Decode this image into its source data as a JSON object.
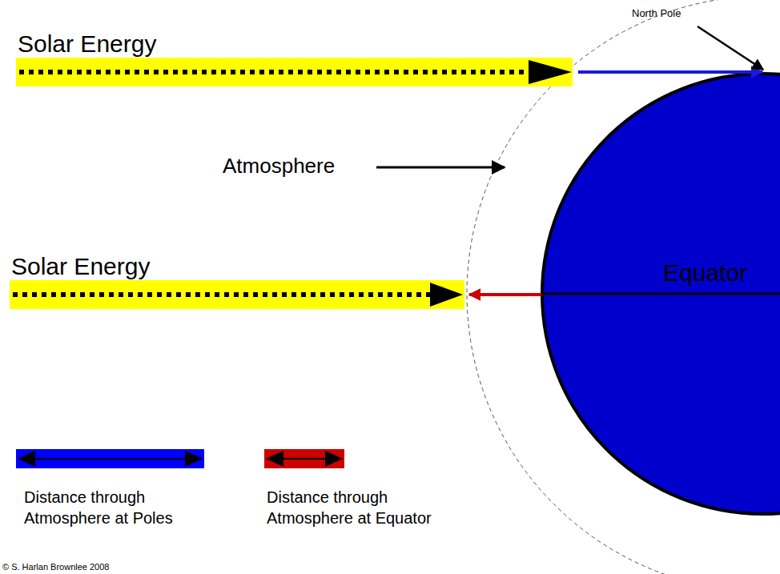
{
  "diagram": {
    "labels": [
      "Solar Energy",
      "Solar Energy",
      "North Pole",
      "Atmosphere",
      "Equator",
      "© S. Harlan Brownlee 2008"
    ],
    "legend": [
      {
        "text": "Distance through Atmosphere at Poles",
        "color": "#0000ff"
      },
      {
        "text": "Distance through Atmosphere at Equator",
        "color": "#cc0000"
      }
    ]
  }
}
